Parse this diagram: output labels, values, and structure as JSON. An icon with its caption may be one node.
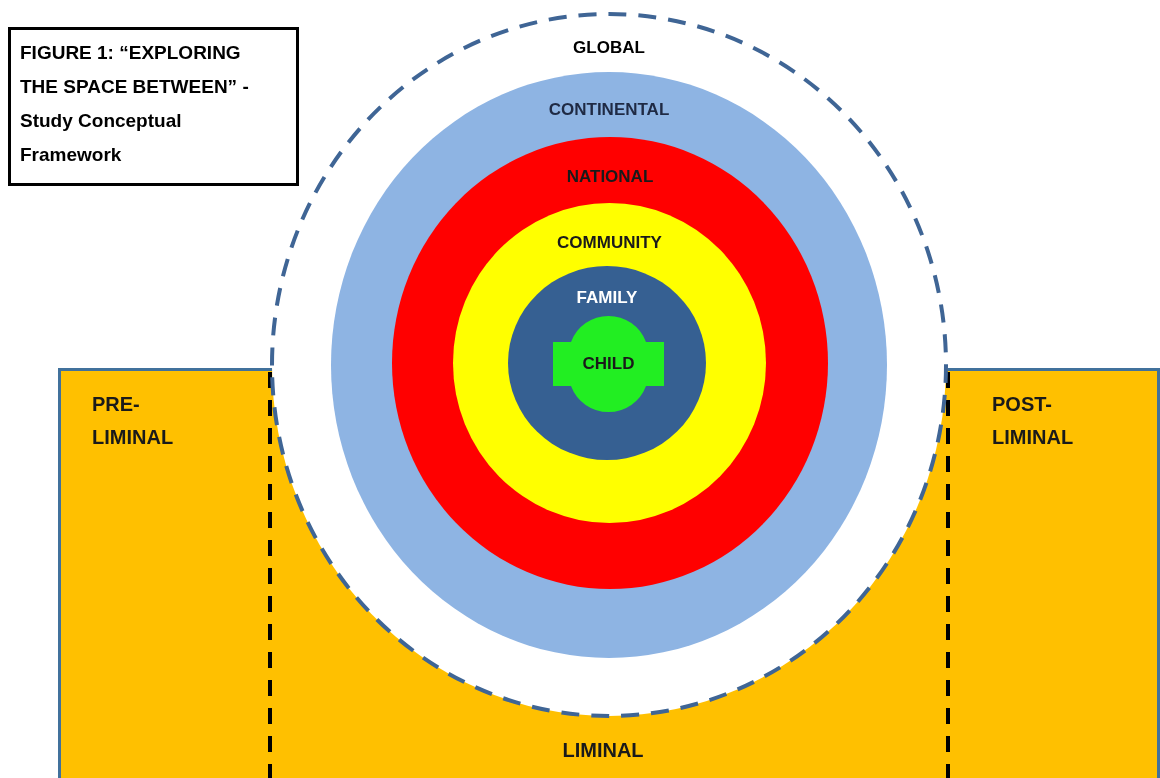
{
  "diagram": {
    "title": "FIGURE 1: “EXPLORING THE SPACE BETWEEN” - Study Conceptual Framework",
    "nodes": [
      {
        "text": [
          "PRE-LIMINAL",
          "LIMINAL",
          "POST-LIMINAL"
        ]
      },
      {
        "text": [
          "GLOBAL"
        ]
      },
      {
        "text": [
          "CONTINENTAL"
        ],
        "in": 1
      },
      {
        "text": [
          "NATIONAL"
        ],
        "in": 2
      },
      {
        "text": [
          "COMMUNITY"
        ],
        "in": 3
      },
      {
        "text": [
          "FAMILY"
        ],
        "in": 4
      },
      {
        "text": [
          "CHILD"
        ],
        "in": 5
      }
    ],
    "edges": []
  }
}
